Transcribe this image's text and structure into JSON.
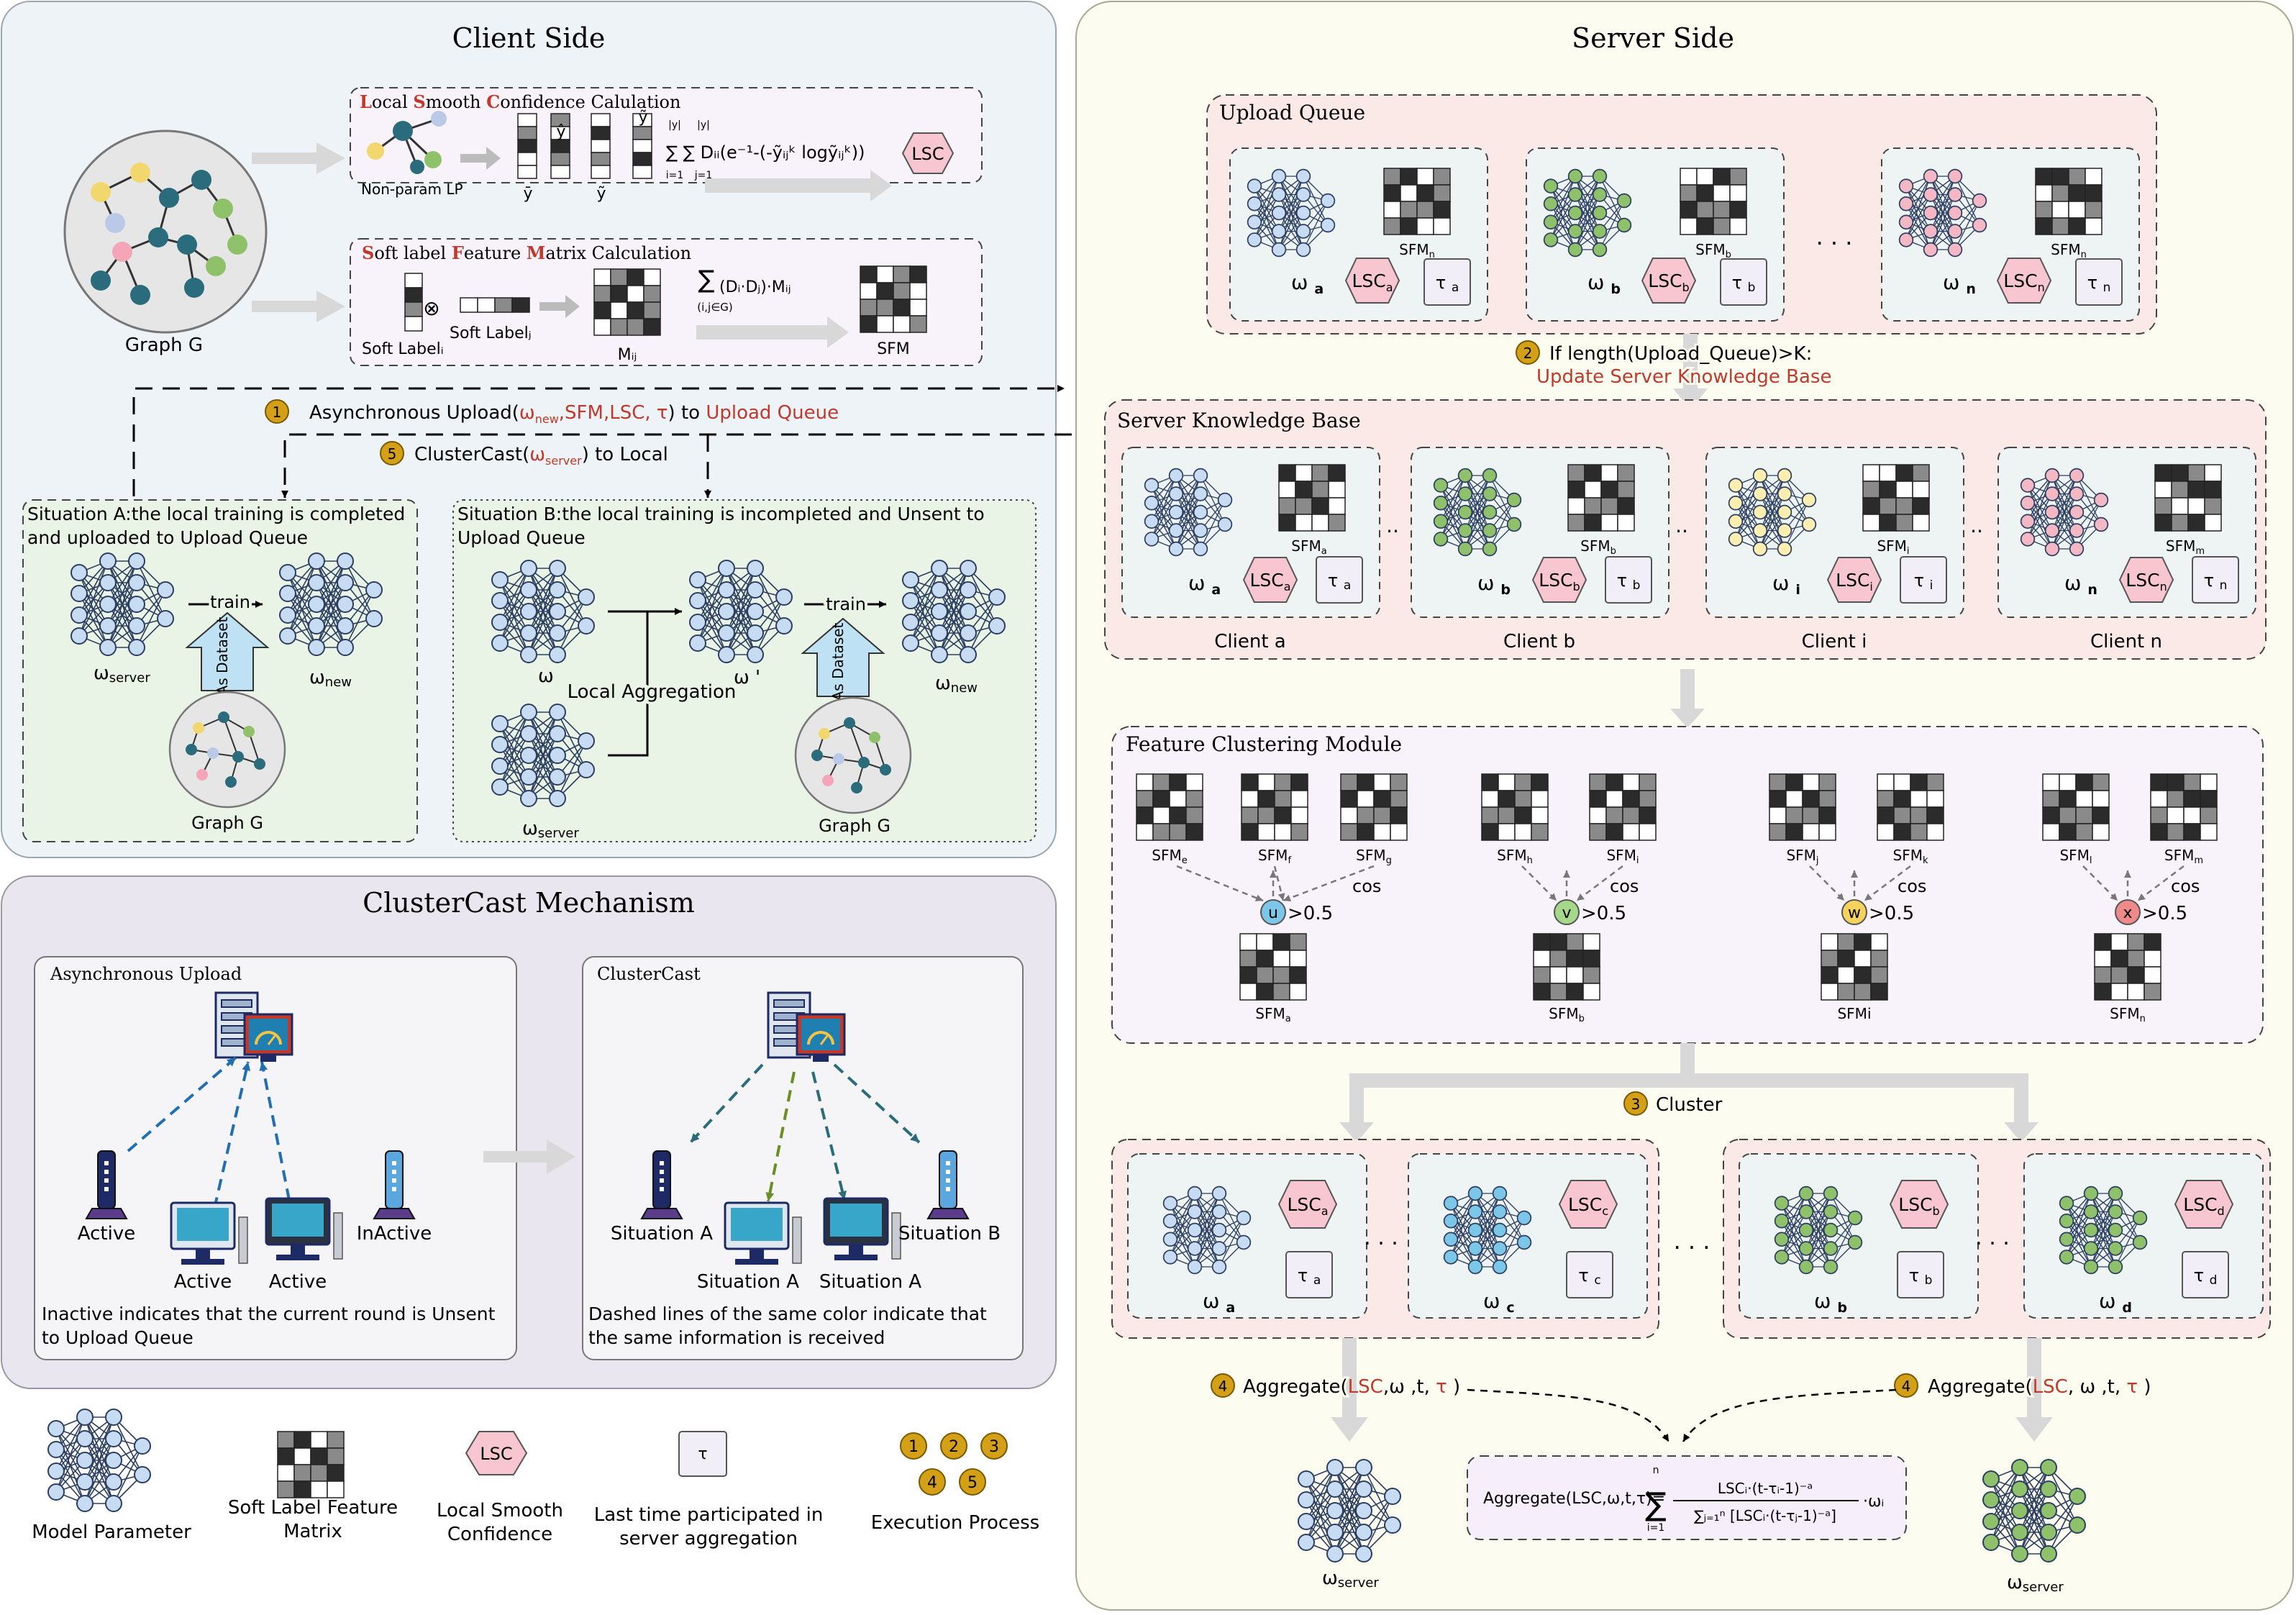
{
  "client": {
    "title": "Client Side",
    "graph_label": "Graph G",
    "lsc_box": {
      "title_l": "L",
      "title_ocal": "ocal ",
      "title_s": "S",
      "title_mooth": "mooth ",
      "title_c": "C",
      "title_rest": "onfidence Calulation",
      "lp_label": "Non-param LP",
      "ybar": "ȳ",
      "yhat": "ŷ",
      "ytilde": "ỹ",
      "formula": "∑ ∑ Dᵢᵢ(e⁻¹-(-ỹᵢⱼᵏ logỹᵢⱼᵏ))",
      "sum_top": "|y|",
      "sum_bot": "i=1",
      "sum_bot2": "j=1",
      "badge": "LSC"
    },
    "sfm_box": {
      "title_s": "S",
      "title_oft": "oft label ",
      "title_f": "F",
      "title_eature": "eature ",
      "title_m": "M",
      "title_rest": "atrix Calculation",
      "soft_label_i": "Soft Labelᵢ",
      "otimes": "⊗",
      "soft_label_j": "Soft Labelⱼ",
      "m_ij": "Mᵢⱼ",
      "formula": "(Dᵢ·Dⱼ)·Mᵢⱼ",
      "sum_sub": "(i,j∈G)",
      "sfm": "SFM"
    },
    "step1": {
      "num": "1",
      "pre": "Asynchronous Upload(",
      "vars": "ω",
      "vars_sub": "new",
      "vars_rest": ",SFM,LSC, τ",
      "post": ") to ",
      "target": "Upload Queue"
    },
    "step5": {
      "num": "5",
      "pre": "ClusterCast(",
      "var": "ω",
      "var_sub": "server",
      "post": ") to Local"
    },
    "situation_a": {
      "title": "Situation A:the local training is completed and uploaded to Upload Queue",
      "w_server": "ω",
      "w_server_sub": "server",
      "w_new": "ω",
      "w_new_sub": "new",
      "train": "train",
      "as_dataset": "As Dataset",
      "graph": "Graph G"
    },
    "situation_b": {
      "title": "Situation B:the local training is incompleted and Unsent to Upload Queue",
      "w": "ω",
      "w_prime": "ω '",
      "w_server": "ω",
      "w_server_sub": "server",
      "w_new": "ω",
      "w_new_sub": "new",
      "local_agg": "Local Aggregation",
      "train": "train",
      "as_dataset": "As Dataset",
      "graph": "Graph G"
    }
  },
  "clustercast": {
    "title": "ClusterCast Mechanism",
    "async": {
      "title": "Asynchronous Upload",
      "active1": "Active",
      "active2": "Active",
      "active3": "Active",
      "inactive": "InActive",
      "note": "Inactive indicates that the current round is Unsent to Upload Queue"
    },
    "cast": {
      "title": "ClusterCast",
      "sa1": "Situation A",
      "sa2": "Situation A",
      "sa3": "Situation A",
      "sb": "Situation B",
      "note": "Dashed lines of the same color indicate that the same information is received"
    }
  },
  "legend": {
    "model": "Model Parameter",
    "sfm": "Soft Label Feature Matrix",
    "lsc_badge": "LSC",
    "lsc": "Local Smooth Confidence",
    "tau_badge": "τ",
    "tau": "Last time participated in server aggregation",
    "exec": "Execution Process",
    "nums": [
      "1",
      "2",
      "3",
      "4",
      "5"
    ]
  },
  "server": {
    "title": "Server Side",
    "upload_queue": {
      "title": "Upload Queue",
      "ellipsis": ". . .",
      "clients": [
        {
          "w": "ω",
          "sub": "a",
          "sfm": "SFM",
          "sfm_sub": "n",
          "lsc": "LSC",
          "lsc_sub": "a",
          "tau": "τ",
          "tau_sub": "a"
        },
        {
          "w": "ω",
          "sub": "b",
          "sfm": "SFM",
          "sfm_sub": "b",
          "lsc": "LSC",
          "lsc_sub": "b",
          "tau": "τ",
          "tau_sub": "b"
        },
        {
          "w": "ω",
          "sub": "n",
          "sfm": "SFM",
          "sfm_sub": "n",
          "lsc": "LSC",
          "lsc_sub": "n",
          "tau": "τ",
          "tau_sub": "n"
        }
      ]
    },
    "step2": {
      "num": "2",
      "text": "If length(Upload_Queue)>K:",
      "action": "Update Server Knowledge Base"
    },
    "skb": {
      "title": "Server Knowledge Base",
      "clients": [
        {
          "w": "ω",
          "sub": "a",
          "sfm": "SFM",
          "sfm_sub": "a",
          "lsc": "LSC",
          "lsc_sub": "a",
          "tau": "τ",
          "tau_sub": "a",
          "name": "Client a"
        },
        {
          "w": "ω",
          "sub": "b",
          "sfm": "SFM",
          "sfm_sub": "b",
          "lsc": "LSC",
          "lsc_sub": "b",
          "tau": "τ",
          "tau_sub": "b",
          "name": "Client b"
        },
        {
          "w": "ω",
          "sub": "i",
          "sfm": "SFM",
          "sfm_sub": "i",
          "lsc": "LSC",
          "lsc_sub": "i",
          "tau": "τ",
          "tau_sub": "i",
          "name": "Client i"
        },
        {
          "w": "ω",
          "sub": "n",
          "sfm": "SFM",
          "sfm_sub": "m",
          "lsc": "LSC",
          "lsc_sub": "n",
          "tau": "τ",
          "tau_sub": "n",
          "name": "Client n"
        }
      ],
      "dots": ".."
    },
    "fcm": {
      "title": "Feature Clustering Module",
      "groups": [
        {
          "sfm1": "SFM",
          "s1": "e",
          "sfm2": "SFM",
          "s2": "f",
          "sfm3": "SFM",
          "s3": "g",
          "node": "u",
          "cos": "cos",
          "thr": ">0.5",
          "base": "SFM",
          "base_sub": "a"
        },
        {
          "sfm1": "SFM",
          "s1": "h",
          "sfm2": "SFM",
          "s2": "i",
          "node": "v",
          "cos": "cos",
          "thr": ">0.5",
          "base": "SFM",
          "base_sub": "b"
        },
        {
          "sfm1": "SFM",
          "s1": "j",
          "sfm2": "SFM",
          "s2": "k",
          "node": "w",
          "cos": "cos",
          "thr": ">0.5",
          "base": "SFMi",
          "base_sub": ""
        },
        {
          "sfm1": "SFM",
          "s1": "l",
          "sfm2": "SFM",
          "s2": "m",
          "node": "x",
          "cos": "cos",
          "thr": ">0.5",
          "base": "SFM",
          "base_sub": "n"
        }
      ]
    },
    "step3": {
      "num": "3",
      "text": "Cluster"
    },
    "cluster_left": [
      {
        "w": "ω",
        "sub": "a",
        "lsc": "LSC",
        "lsc_sub": "a",
        "tau": "τ",
        "tau_sub": "a"
      },
      {
        "w": "ω",
        "sub": "c",
        "lsc": "LSC",
        "lsc_sub": "c",
        "tau": "τ",
        "tau_sub": "c"
      }
    ],
    "cluster_right": [
      {
        "w": "ω",
        "sub": "b",
        "lsc": "LSC",
        "lsc_sub": "b",
        "tau": "τ",
        "tau_sub": "b"
      },
      {
        "w": "ω",
        "sub": "d",
        "lsc": "LSC",
        "lsc_sub": "d",
        "tau": "τ",
        "tau_sub": "d"
      }
    ],
    "cluster_dots": ". . .",
    "inner_dots": ". . .",
    "step4": {
      "num": "4",
      "pre": "Aggregate(",
      "args": "LSC",
      "sep1": ",ω ,t, ",
      "tau": "τ",
      "post": " )"
    },
    "step4b": {
      "num": "4",
      "pre": "Aggregate(",
      "args": "LSC",
      "sep1": ", ω ,t, ",
      "tau": "τ",
      "post": " )"
    },
    "formula": {
      "lhs": "Aggregate(LSC,ω,t,τ)=",
      "num": "LSCᵢ·(t-τᵢ-1)⁻ᵃ",
      "den": "∑ⱼ₌₁ⁿ [LSCᵢ·(t-τⱼ-1)⁻ᵃ]",
      "wi": "·ωᵢ",
      "sum": "∑",
      "sum_top": "n",
      "sum_bot": "i=1"
    },
    "w_server_left": "ω",
    "w_server_left_sub": "server",
    "w_server_right": "ω",
    "w_server_right_sub": "server"
  },
  "colors": {
    "accent_red": "#c0392b",
    "badge_gold": "#d4a017",
    "lsc_fill": "#f7c6d0",
    "client_panel": "#eef3f7",
    "server_panel": "#fcfcf0",
    "pink_panel": "#fbe9e7",
    "purple_panel": "#f8f3fb",
    "green_panel": "#eaf4e6"
  }
}
